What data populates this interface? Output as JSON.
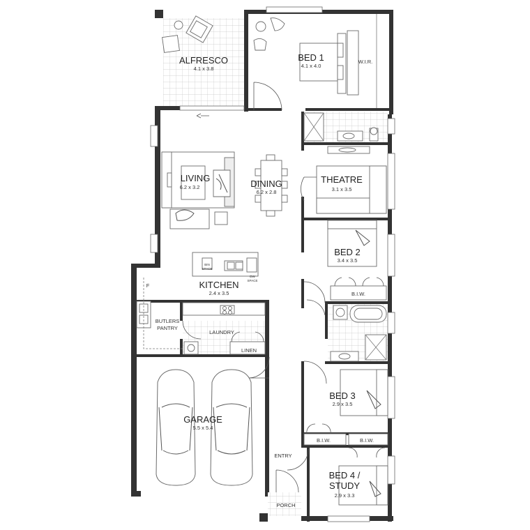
{
  "rooms": {
    "alfresco": {
      "name": "ALFRESCO",
      "size": "4.1 x 3.8"
    },
    "bed1": {
      "name": "BED 1",
      "size": "4.1 x 4.0"
    },
    "wir": {
      "name": "W.I.R."
    },
    "living": {
      "name": "LIVING",
      "size": "6.2 x 3.2"
    },
    "dining": {
      "name": "DINING",
      "size": "6.2 x 2.8"
    },
    "theatre": {
      "name": "THEATRE",
      "size": "3.1 x 3.5"
    },
    "bed2": {
      "name": "BED 2",
      "size": "3.4 x 3.5"
    },
    "kitchen": {
      "name": "KITCHEN",
      "size": "2.4 x 3.5"
    },
    "butlers": {
      "name_line1": "BUTLERS",
      "name_line2": "PANTRY"
    },
    "laundry": {
      "name": "LAUNDRY"
    },
    "linen": {
      "name": "LINEN"
    },
    "garage": {
      "name": "GARAGE",
      "size": "5.5 x 5.4"
    },
    "bed3": {
      "name": "BED 3",
      "size": "2.9 x 3.5"
    },
    "entry": {
      "name": "ENTRY"
    },
    "bed4": {
      "name_line1": "BED 4 /",
      "name_line2": "STUDY",
      "size": "2.9 x 3.3"
    },
    "porch": {
      "name": "PORCH"
    }
  },
  "labels": {
    "biw_bed2": "B.I.W.",
    "biw_bed3_left": "B.I.W.",
    "biw_bed3_right": "B.I.W.",
    "fridge": "F",
    "dw_space_1": "DW",
    "dw_space_2": "SPACE",
    "bin_1": "BIN",
    "bin_2": "SPACE"
  },
  "colors": {
    "wall": "#333333",
    "tile_line": "#c8c8c8",
    "furniture": "#6b6b6b"
  }
}
